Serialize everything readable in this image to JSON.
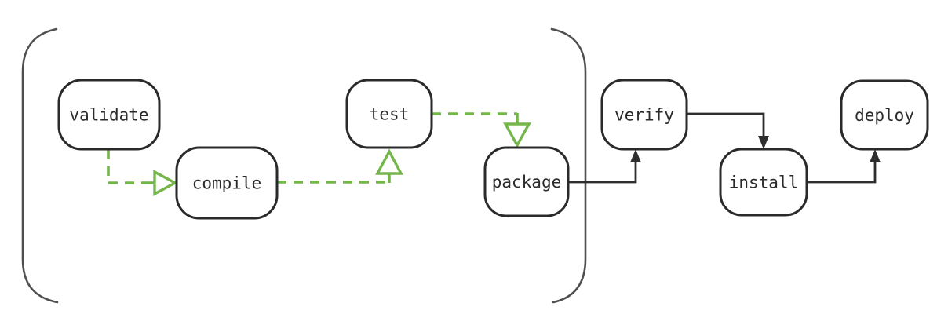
{
  "diagram": {
    "nodes": [
      {
        "id": "validate",
        "label": "validate"
      },
      {
        "id": "compile",
        "label": "compile"
      },
      {
        "id": "test",
        "label": "test"
      },
      {
        "id": "package",
        "label": "package"
      },
      {
        "id": "verify",
        "label": "verify"
      },
      {
        "id": "install",
        "label": "install"
      },
      {
        "id": "deploy",
        "label": "deploy"
      }
    ],
    "edges": [
      {
        "from": "validate",
        "to": "compile",
        "style": "dashed",
        "color": "green"
      },
      {
        "from": "compile",
        "to": "test",
        "style": "dashed",
        "color": "green"
      },
      {
        "from": "test",
        "to": "package",
        "style": "dashed",
        "color": "green"
      },
      {
        "from": "package",
        "to": "verify",
        "style": "solid",
        "color": "black"
      },
      {
        "from": "verify",
        "to": "install",
        "style": "solid",
        "color": "black"
      },
      {
        "from": "install",
        "to": "deploy",
        "style": "solid",
        "color": "black"
      }
    ],
    "group": {
      "shape": "parentheses",
      "members": [
        "validate",
        "compile",
        "test",
        "package"
      ]
    }
  },
  "colors": {
    "edge_green": "#74b649",
    "edge_black": "#2e2e2e",
    "node_border": "#2a2a2a",
    "node_fill": "#ffffff",
    "label_text": "#2b2b2b",
    "bracket": "#4f4f4f"
  }
}
